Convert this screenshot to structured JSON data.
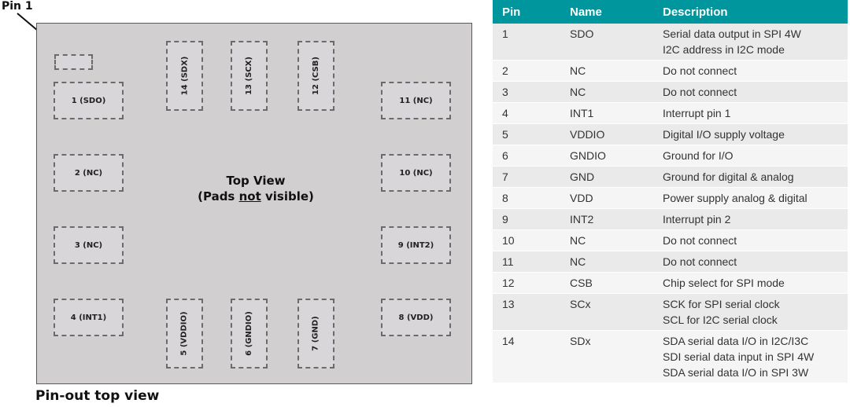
{
  "diagram": {
    "pin1_label": "Pin 1",
    "center_title": "Top View",
    "center_sub_prefix": "(Pads ",
    "center_sub_emph": "not",
    "center_sub_suffix": " visible)",
    "caption": "Pin-out top view",
    "pads": {
      "p1": "1 (SDO)",
      "p2": "2 (NC)",
      "p3": "3 (NC)",
      "p4": "4 (INT1)",
      "p5": "5 (VDDIO)",
      "p6": "6 (GNDIO)",
      "p7": "7 (GND)",
      "p8": "8 (VDD)",
      "p9": "9 (INT2)",
      "p10": "10 (NC)",
      "p11": "11 (NC)",
      "p12": "12 (CSB)",
      "p13": "13 (SCX)",
      "p14": "14 (SDX)"
    }
  },
  "table": {
    "headers": {
      "pin": "Pin",
      "name": "Name",
      "description": "Description"
    },
    "header_color": "#00969e",
    "rows": [
      {
        "pin": "1",
        "name": "SDO",
        "desc": [
          "Serial data output in SPI 4W",
          "I2C address in I2C mode"
        ]
      },
      {
        "pin": "2",
        "name": "NC",
        "desc": [
          "Do not connect"
        ]
      },
      {
        "pin": "3",
        "name": "NC",
        "desc": [
          "Do not connect"
        ]
      },
      {
        "pin": "4",
        "name": "INT1",
        "desc": [
          "Interrupt pin 1"
        ]
      },
      {
        "pin": "5",
        "name": "VDDIO",
        "desc": [
          "Digital I/O supply voltage"
        ]
      },
      {
        "pin": "6",
        "name": "GNDIO",
        "desc": [
          "Ground for I/O"
        ]
      },
      {
        "pin": "7",
        "name": "GND",
        "desc": [
          "Ground for digital & analog"
        ]
      },
      {
        "pin": "8",
        "name": "VDD",
        "desc": [
          "Power supply analog & digital"
        ]
      },
      {
        "pin": "9",
        "name": "INT2",
        "desc": [
          "Interrupt pin 2"
        ]
      },
      {
        "pin": "10",
        "name": "NC",
        "desc": [
          "Do not connect"
        ]
      },
      {
        "pin": "11",
        "name": "NC",
        "desc": [
          "Do not connect"
        ]
      },
      {
        "pin": "12",
        "name": "CSB",
        "desc": [
          "Chip select for SPI mode"
        ]
      },
      {
        "pin": "13",
        "name": "SCx",
        "desc": [
          "SCK for SPI serial clock",
          "SCL for I2C serial clock"
        ]
      },
      {
        "pin": "14",
        "name": "SDx",
        "desc": [
          "SDA serial data I/O in I2C/I3C",
          "SDI serial data input in SPI 4W",
          "SDA serial data I/O in SPI 3W"
        ]
      }
    ]
  }
}
